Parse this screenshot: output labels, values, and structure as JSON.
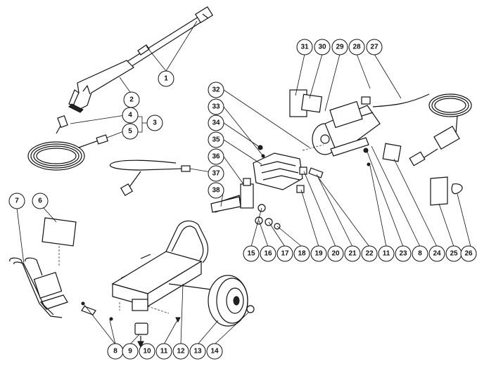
{
  "callouts": [
    {
      "id": "c1",
      "label": "1"
    },
    {
      "id": "c2",
      "label": "2"
    },
    {
      "id": "c3",
      "label": "3"
    },
    {
      "id": "c4",
      "label": "4"
    },
    {
      "id": "c5",
      "label": "5"
    },
    {
      "id": "c6",
      "label": "6"
    },
    {
      "id": "c7",
      "label": "7"
    },
    {
      "id": "c8a",
      "label": "8"
    },
    {
      "id": "c9",
      "label": "9"
    },
    {
      "id": "c10",
      "label": "10"
    },
    {
      "id": "c11a",
      "label": "11"
    },
    {
      "id": "c12",
      "label": "12"
    },
    {
      "id": "c13",
      "label": "13"
    },
    {
      "id": "c14",
      "label": "14"
    },
    {
      "id": "c15",
      "label": "15"
    },
    {
      "id": "c16",
      "label": "16"
    },
    {
      "id": "c17",
      "label": "17"
    },
    {
      "id": "c18",
      "label": "18"
    },
    {
      "id": "c19",
      "label": "19"
    },
    {
      "id": "c20",
      "label": "20"
    },
    {
      "id": "c21",
      "label": "21"
    },
    {
      "id": "c22",
      "label": "22"
    },
    {
      "id": "c11b",
      "label": "11"
    },
    {
      "id": "c23",
      "label": "23"
    },
    {
      "id": "c8b",
      "label": "8"
    },
    {
      "id": "c24",
      "label": "24"
    },
    {
      "id": "c25",
      "label": "25"
    },
    {
      "id": "c26",
      "label": "26"
    },
    {
      "id": "c27",
      "label": "27"
    },
    {
      "id": "c28",
      "label": "28"
    },
    {
      "id": "c29",
      "label": "29"
    },
    {
      "id": "c30",
      "label": "30"
    },
    {
      "id": "c31",
      "label": "31"
    },
    {
      "id": "c32",
      "label": "32"
    },
    {
      "id": "c33",
      "label": "33"
    },
    {
      "id": "c34",
      "label": "34"
    },
    {
      "id": "c35",
      "label": "35"
    },
    {
      "id": "c36",
      "label": "36"
    },
    {
      "id": "c37",
      "label": "37"
    },
    {
      "id": "c38",
      "label": "38"
    }
  ]
}
